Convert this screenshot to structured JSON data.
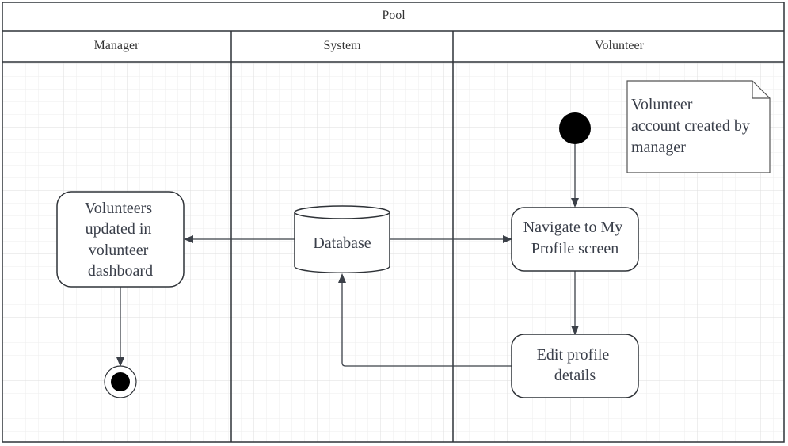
{
  "pool": {
    "title": "Pool",
    "lanes": [
      "Manager",
      "System",
      "Volunteer"
    ]
  },
  "note": {
    "lines": [
      "Volunteer",
      "account created by",
      "manager"
    ]
  },
  "nodes": {
    "volunteers_updated": {
      "lines": [
        "Volunteers",
        "updated in",
        "volunteer",
        "dashboard"
      ]
    },
    "database": {
      "label": "Database"
    },
    "navigate_profile": {
      "lines": [
        "Navigate to My",
        "Profile screen"
      ]
    },
    "edit_profile": {
      "lines": [
        "Edit profile",
        "details"
      ]
    }
  },
  "colors": {
    "line": "#2f3338",
    "text": "#3a3f4a",
    "grid_minor": "#eeeeee",
    "grid_major": "#d9d9d9",
    "start_node": "#000000"
  }
}
